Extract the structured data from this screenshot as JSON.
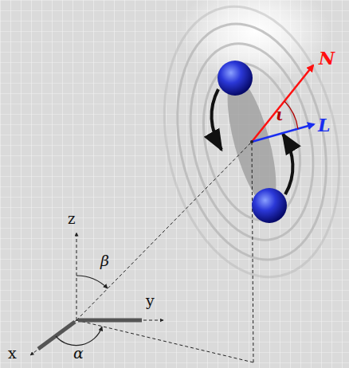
{
  "diagram": {
    "labels": [
      "N",
      "L",
      "ι",
      "z",
      "y",
      "x",
      "β",
      "α"
    ]
  }
}
